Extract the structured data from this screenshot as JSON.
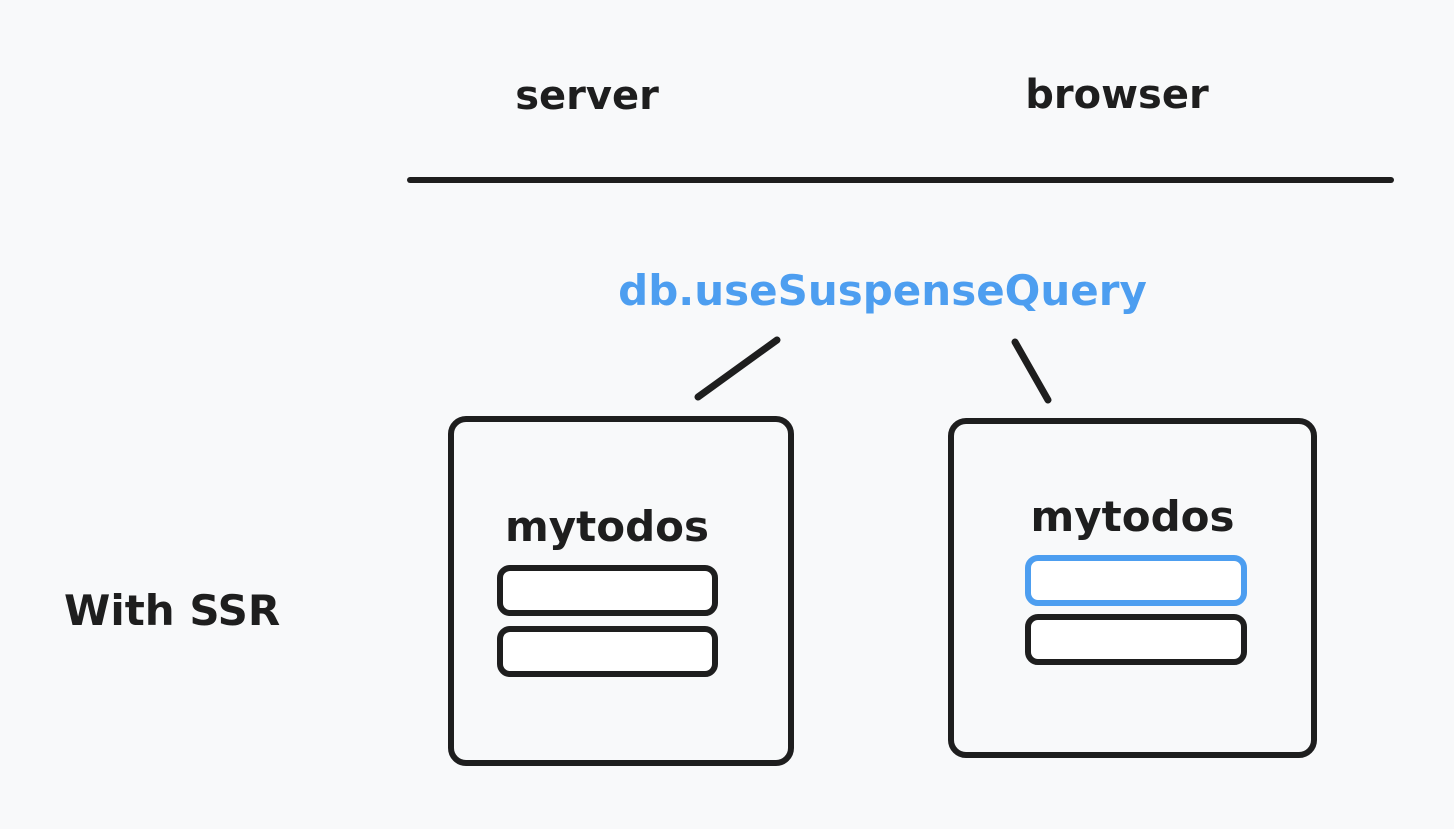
{
  "header": {
    "server_label": "server",
    "browser_label": "browser"
  },
  "annotation": {
    "label": "db.useSuspenseQuery"
  },
  "row": {
    "label": "With SSR"
  },
  "server_box": {
    "title": "mytodos",
    "items": [
      {
        "highlighted": false
      },
      {
        "highlighted": false
      }
    ]
  },
  "browser_box": {
    "title": "mytodos",
    "items": [
      {
        "highlighted": true
      },
      {
        "highlighted": false
      }
    ]
  },
  "colors": {
    "ink": "#1e1e1e",
    "accent": "#4d9ef0",
    "background": "#f8f9fa"
  }
}
